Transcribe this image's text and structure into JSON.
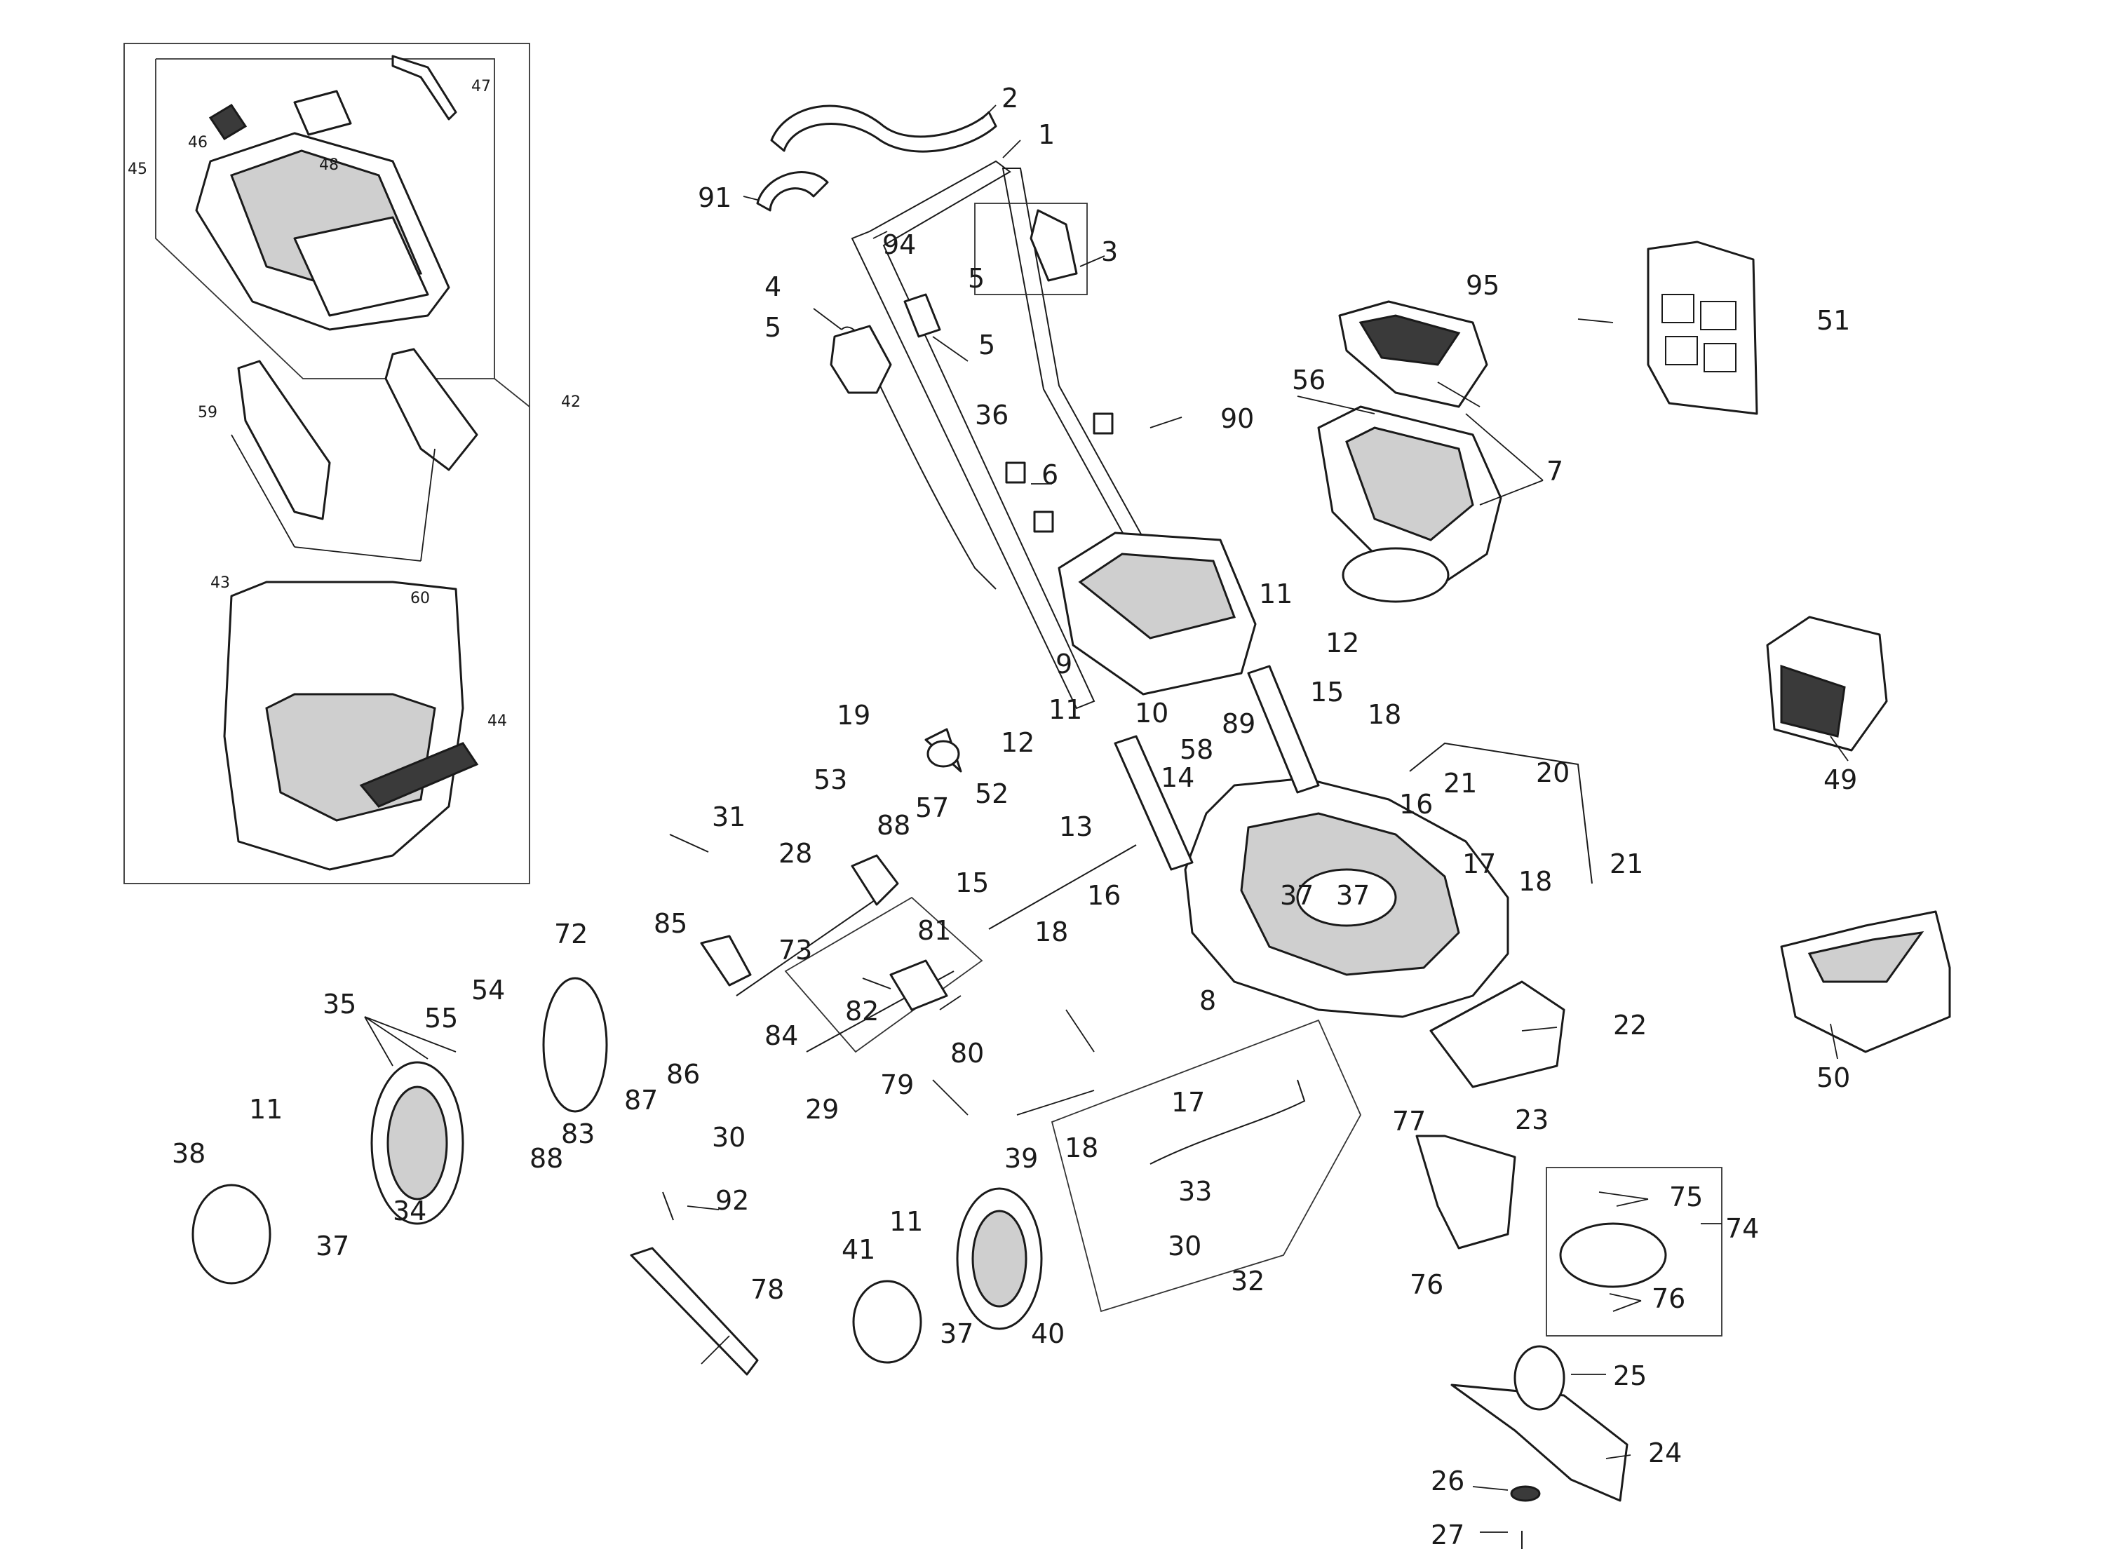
{
  "callouts": [
    {
      "text": "1"
    },
    {
      "text": "2"
    },
    {
      "text": "3"
    },
    {
      "text": "4"
    },
    {
      "text": "5"
    },
    {
      "text": "5"
    },
    {
      "text": "5"
    },
    {
      "text": "6"
    },
    {
      "text": "7"
    },
    {
      "text": "8"
    },
    {
      "text": "9"
    },
    {
      "text": "10"
    },
    {
      "text": "11"
    },
    {
      "text": "11"
    },
    {
      "text": "11"
    },
    {
      "text": "11"
    },
    {
      "text": "12"
    },
    {
      "text": "12"
    },
    {
      "text": "13"
    },
    {
      "text": "14"
    },
    {
      "text": "15"
    },
    {
      "text": "15"
    },
    {
      "text": "16"
    },
    {
      "text": "16"
    },
    {
      "text": "17"
    },
    {
      "text": "17"
    },
    {
      "text": "18"
    },
    {
      "text": "18"
    },
    {
      "text": "18"
    },
    {
      "text": "18"
    },
    {
      "text": "19"
    },
    {
      "text": "20"
    },
    {
      "text": "21"
    },
    {
      "text": "21"
    },
    {
      "text": "22"
    },
    {
      "text": "23"
    },
    {
      "text": "24"
    },
    {
      "text": "25"
    },
    {
      "text": "26"
    },
    {
      "text": "27"
    },
    {
      "text": "28"
    },
    {
      "text": "29"
    },
    {
      "text": "30"
    },
    {
      "text": "30"
    },
    {
      "text": "31"
    },
    {
      "text": "32"
    },
    {
      "text": "33"
    },
    {
      "text": "34"
    },
    {
      "text": "35"
    },
    {
      "text": "36"
    },
    {
      "text": "37"
    },
    {
      "text": "37"
    },
    {
      "text": "37"
    },
    {
      "text": "38"
    },
    {
      "text": "39"
    },
    {
      "text": "40"
    },
    {
      "text": "41"
    },
    {
      "text": "49"
    },
    {
      "text": "50"
    },
    {
      "text": "51"
    },
    {
      "text": "52"
    },
    {
      "text": "53"
    },
    {
      "text": "54"
    },
    {
      "text": "55"
    },
    {
      "text": "56"
    },
    {
      "text": "57"
    },
    {
      "text": "58"
    },
    {
      "text": "72"
    },
    {
      "text": "73"
    },
    {
      "text": "74"
    },
    {
      "text": "75"
    },
    {
      "text": "76"
    },
    {
      "text": "76"
    },
    {
      "text": "77"
    },
    {
      "text": "78"
    },
    {
      "text": "79"
    },
    {
      "text": "80"
    },
    {
      "text": "81"
    },
    {
      "text": "82"
    },
    {
      "text": "83"
    },
    {
      "text": "84"
    },
    {
      "text": "85"
    },
    {
      "text": "86"
    },
    {
      "text": "87"
    },
    {
      "text": "88"
    },
    {
      "text": "88"
    },
    {
      "text": "89"
    },
    {
      "text": "90"
    },
    {
      "text": "91"
    },
    {
      "text": "92"
    },
    {
      "text": "94"
    },
    {
      "text": "95"
    }
  ],
  "inset_callouts": [
    {
      "text": "42"
    },
    {
      "text": "43"
    },
    {
      "text": "44"
    },
    {
      "text": "45"
    },
    {
      "text": "46"
    },
    {
      "text": "47"
    },
    {
      "text": "48"
    },
    {
      "text": "59"
    },
    {
      "text": "60"
    }
  ]
}
